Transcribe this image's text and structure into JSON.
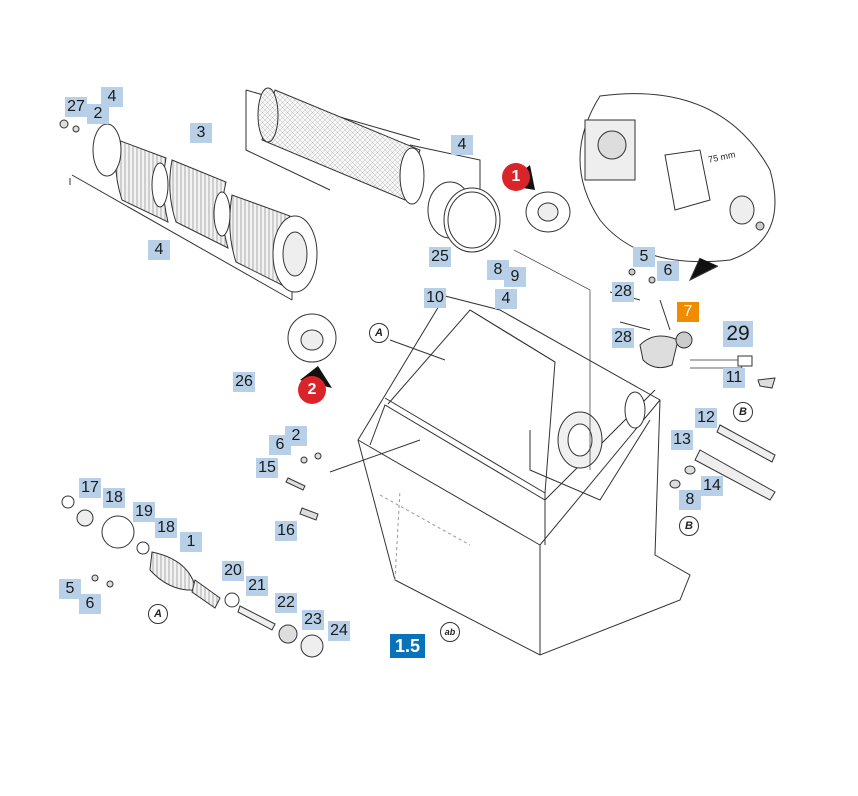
{
  "callouts": {
    "c27": "27",
    "c2a": "2",
    "c4a": "4",
    "c3": "3",
    "c4b": "4",
    "c4c": "4",
    "c25": "25",
    "c8a": "8",
    "c9": "9",
    "c4d": "4",
    "c10": "10",
    "c5a": "5",
    "c6a": "6",
    "c28a": "28",
    "c7": "7",
    "c28b": "28",
    "c29": "29",
    "c11": "11",
    "c12": "12",
    "c13": "13",
    "c14": "14",
    "c8b": "8",
    "c26": "26",
    "c2b": "2",
    "c6b": "6",
    "c15": "15",
    "c16": "16",
    "c17": "17",
    "c18a": "18",
    "c19": "19",
    "c18b": "18",
    "c1": "1",
    "c20": "20",
    "c21": "21",
    "c22": "22",
    "c23": "23",
    "c24": "24",
    "c5b": "5",
    "c6c": "6"
  },
  "page_ref": "1.5",
  "markers": {
    "m1": "1",
    "m2": "2"
  },
  "ref_letters": {
    "a1": "A",
    "a2": "A",
    "b1": "B",
    "b2": "B",
    "ab": "ab"
  },
  "detail_dimension": "75 mm",
  "colors": {
    "callout_bg": "#b7d0e8",
    "highlight_bg": "#f08c00",
    "page_ref_bg": "#0a72b8",
    "marker_red": "#d9242a"
  }
}
